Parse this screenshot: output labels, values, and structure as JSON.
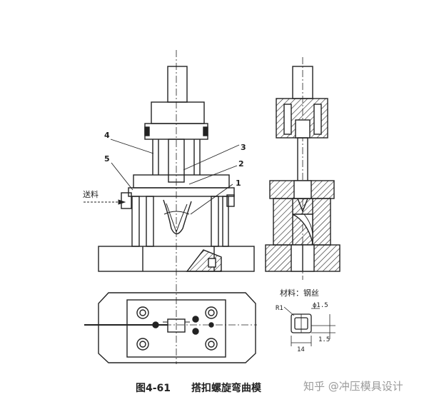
{
  "callouts": {
    "n1": "1",
    "n2": "2",
    "n3": "3",
    "n4": "4",
    "n5": "5",
    "feed": "送料"
  },
  "detail": {
    "material": "材料：钢丝",
    "radius": "R1",
    "diameter": "ϕ1.5",
    "dim_right": "1.5",
    "dim_bottom": "14"
  },
  "caption": {
    "figure_number": "图4-61",
    "title": "搭扣螺旋弯曲模"
  },
  "watermark": "知乎 @冲压模具设计"
}
